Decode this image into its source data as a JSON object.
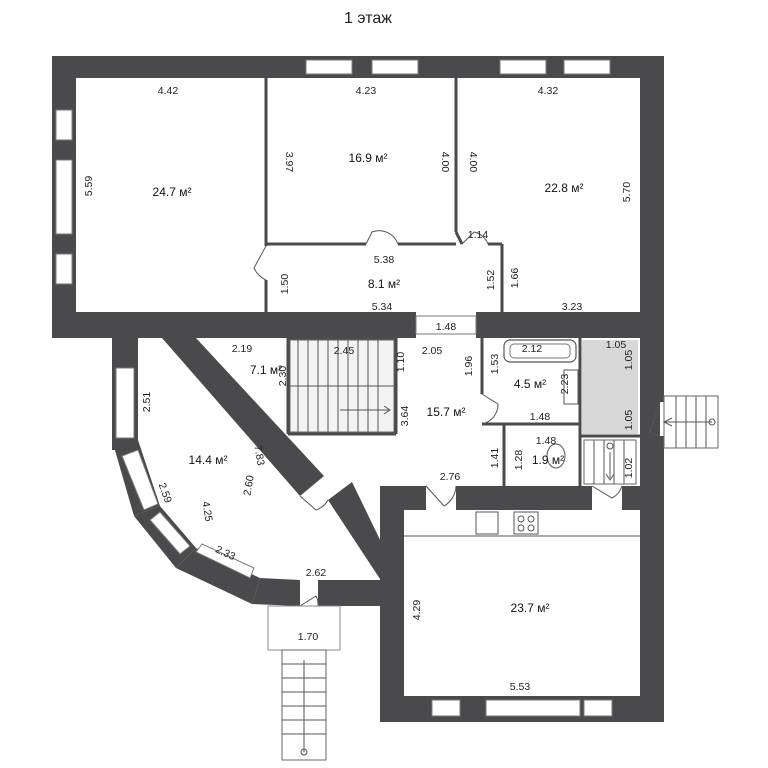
{
  "title": "1 этаж",
  "rooms": [
    {
      "id": "room-1",
      "area": "24.7 м²"
    },
    {
      "id": "room-2",
      "area": "16.9 м²"
    },
    {
      "id": "room-3",
      "area": "22.8 м²"
    },
    {
      "id": "room-4",
      "area": "8.1 м²"
    },
    {
      "id": "room-5",
      "area": "7.1 м²"
    },
    {
      "id": "room-6",
      "area": "15.7 м²"
    },
    {
      "id": "room-7",
      "area": "4.5 м²"
    },
    {
      "id": "room-8",
      "area": "1.9 м²"
    },
    {
      "id": "room-9",
      "area": "14.4 м²"
    },
    {
      "id": "room-10",
      "area": "23.7 м²"
    }
  ],
  "dimensions": {
    "d1": "4.42",
    "d2": "5.59",
    "d3": "4.23",
    "d4": "3.97",
    "d5": "4.00",
    "d6": "4.32",
    "d7": "4.00",
    "d8": "5.70",
    "d9": "5.38",
    "d10": "1.14",
    "d11": "1.50",
    "d12": "1.52",
    "d13": "1.66",
    "d14": "5.34",
    "d15": "3.23",
    "d16": "1.48",
    "d17": "2.19",
    "d18": "2.45",
    "d19": "2.30",
    "d20": "1.10",
    "d21": "2.05",
    "d22": "1.96",
    "d23": "1.53",
    "d24": "2.12",
    "d25": "1.05",
    "d26": "1.05",
    "d27": "2.23",
    "d28": "1.48",
    "d29": "3.64",
    "d30": "1.05",
    "d31": "1.48",
    "d32": "1.41",
    "d33": "1.28",
    "d34": "1.02",
    "d35": "2.51",
    "d36": "7.83",
    "d37": "2.60",
    "d38": "2.59",
    "d39": "4.25",
    "d40": "2.33",
    "d41": "2.76",
    "d42": "2.62",
    "d43": "1.70",
    "d44": "4.29",
    "d45": "5.53"
  }
}
